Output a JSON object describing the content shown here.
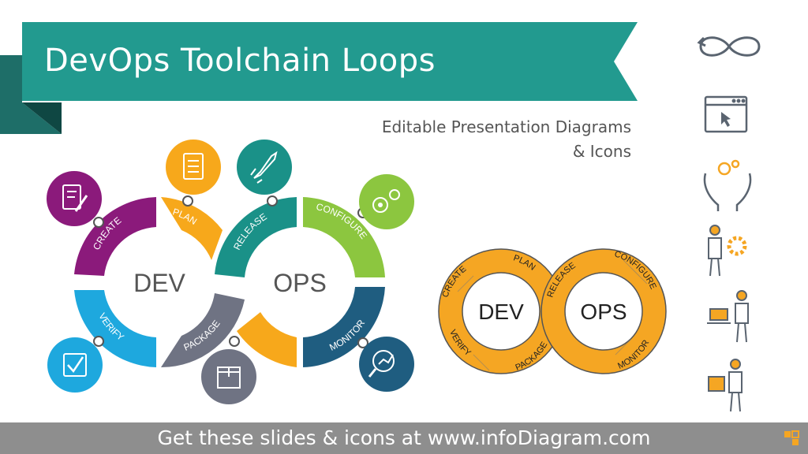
{
  "header": {
    "title": "DevOps Toolchain Loops",
    "subtitle_line1": "Editable Presentation Diagrams",
    "subtitle_line2": "& Icons"
  },
  "colored_diagram": {
    "dev_label": "DEV",
    "ops_label": "OPS",
    "stages": [
      {
        "label": "CREATE",
        "color": "#8b1a7b",
        "icon": "document-pen-icon"
      },
      {
        "label": "PLAN",
        "color": "#f7a81b",
        "icon": "checklist-icon"
      },
      {
        "label": "RELEASE",
        "color": "#1a9188",
        "icon": "rocket-icon"
      },
      {
        "label": "CONFIGURE",
        "color": "#8cc63f",
        "icon": "gears-icon"
      },
      {
        "label": "MONITOR",
        "color": "#1f5d80",
        "icon": "magnifier-chart-icon"
      },
      {
        "label": "PACKAGE",
        "color": "#6f7383",
        "icon": "box-icon"
      },
      {
        "label": "VERIFY",
        "color": "#1ea8de",
        "icon": "checkbox-icon"
      }
    ]
  },
  "sketch_diagram": {
    "dev_label": "DEV",
    "ops_label": "OPS",
    "color": "#f5a623",
    "labels": [
      "CREATE",
      "PLAN",
      "RELEASE",
      "CONFIGURE",
      "MONITOR",
      "PACKAGE",
      "VERIFY"
    ]
  },
  "side_icons": [
    "infinity-arrow-icon",
    "browser-cursor-icon",
    "hands-gears-icon",
    "person-gear-icon",
    "person-laptop-icon",
    "person-box-icon"
  ],
  "footer": {
    "text": "Get these slides & icons at www.infoDiagram.com"
  }
}
